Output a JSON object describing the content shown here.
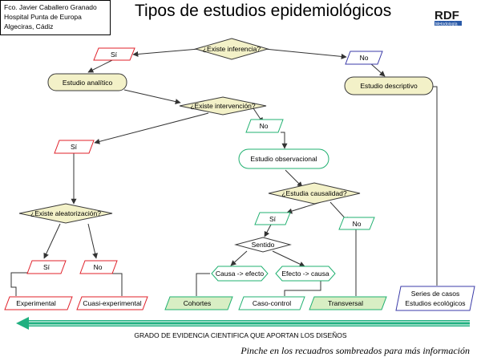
{
  "header": {
    "author_lines": [
      "Fco. Javier Caballero Granado",
      "Hospital Punta de Europa",
      "Algeciras, Cádiz"
    ],
    "title": "Tipos de estudios epidemiológicos",
    "logo_text": "RDF",
    "logo_subtext": "Metodología"
  },
  "diagram": {
    "q_inferencia": "¿Existe inferencia?",
    "yes_inferencia": "Sí",
    "no_inferencia": "No",
    "analitico": "Estudio analítico",
    "descriptivo": "Estudio descriptivo",
    "q_intervencion": "¿Existe intervención?",
    "no_intervencion": "No",
    "yes_intervencion": "Sí",
    "observacional": "Estudio observacional",
    "q_causalidad": "¿Estudia causalidad?",
    "yes_causalidad": "Sí",
    "no_causalidad": "No",
    "sentido": "Sentido",
    "causa_efecto": "Causa -> efecto",
    "efecto_causa": "Efecto -> causa",
    "q_aleatorizacion": "¿Existe aleatorización?",
    "yes_aleatorizacion": "Sí",
    "no_aleatorizacion": "No",
    "experimental": "Experimental",
    "cuasi": "Cuasi-experimental",
    "cohortes": "Cohortes",
    "caso_control": "Caso-control",
    "transversal": "Transversal",
    "series_line1": "Series de casos",
    "series_line2": "Estudios ecológicos",
    "evidence_label": "GRADO DE EVIDENCIA CIENTIFICA QUE APORTAN LOS DISEÑOS"
  },
  "footer": {
    "note": "Pinche en los recuadros sombreados para más información"
  },
  "colors": {
    "yes_border": "#e0202a",
    "no_border": "#3b3ba8",
    "green_border": "#20b070",
    "cream_fill": "#f3f1c8",
    "result_fill": "#d8eec4",
    "arrow_teal": "#20b080"
  }
}
